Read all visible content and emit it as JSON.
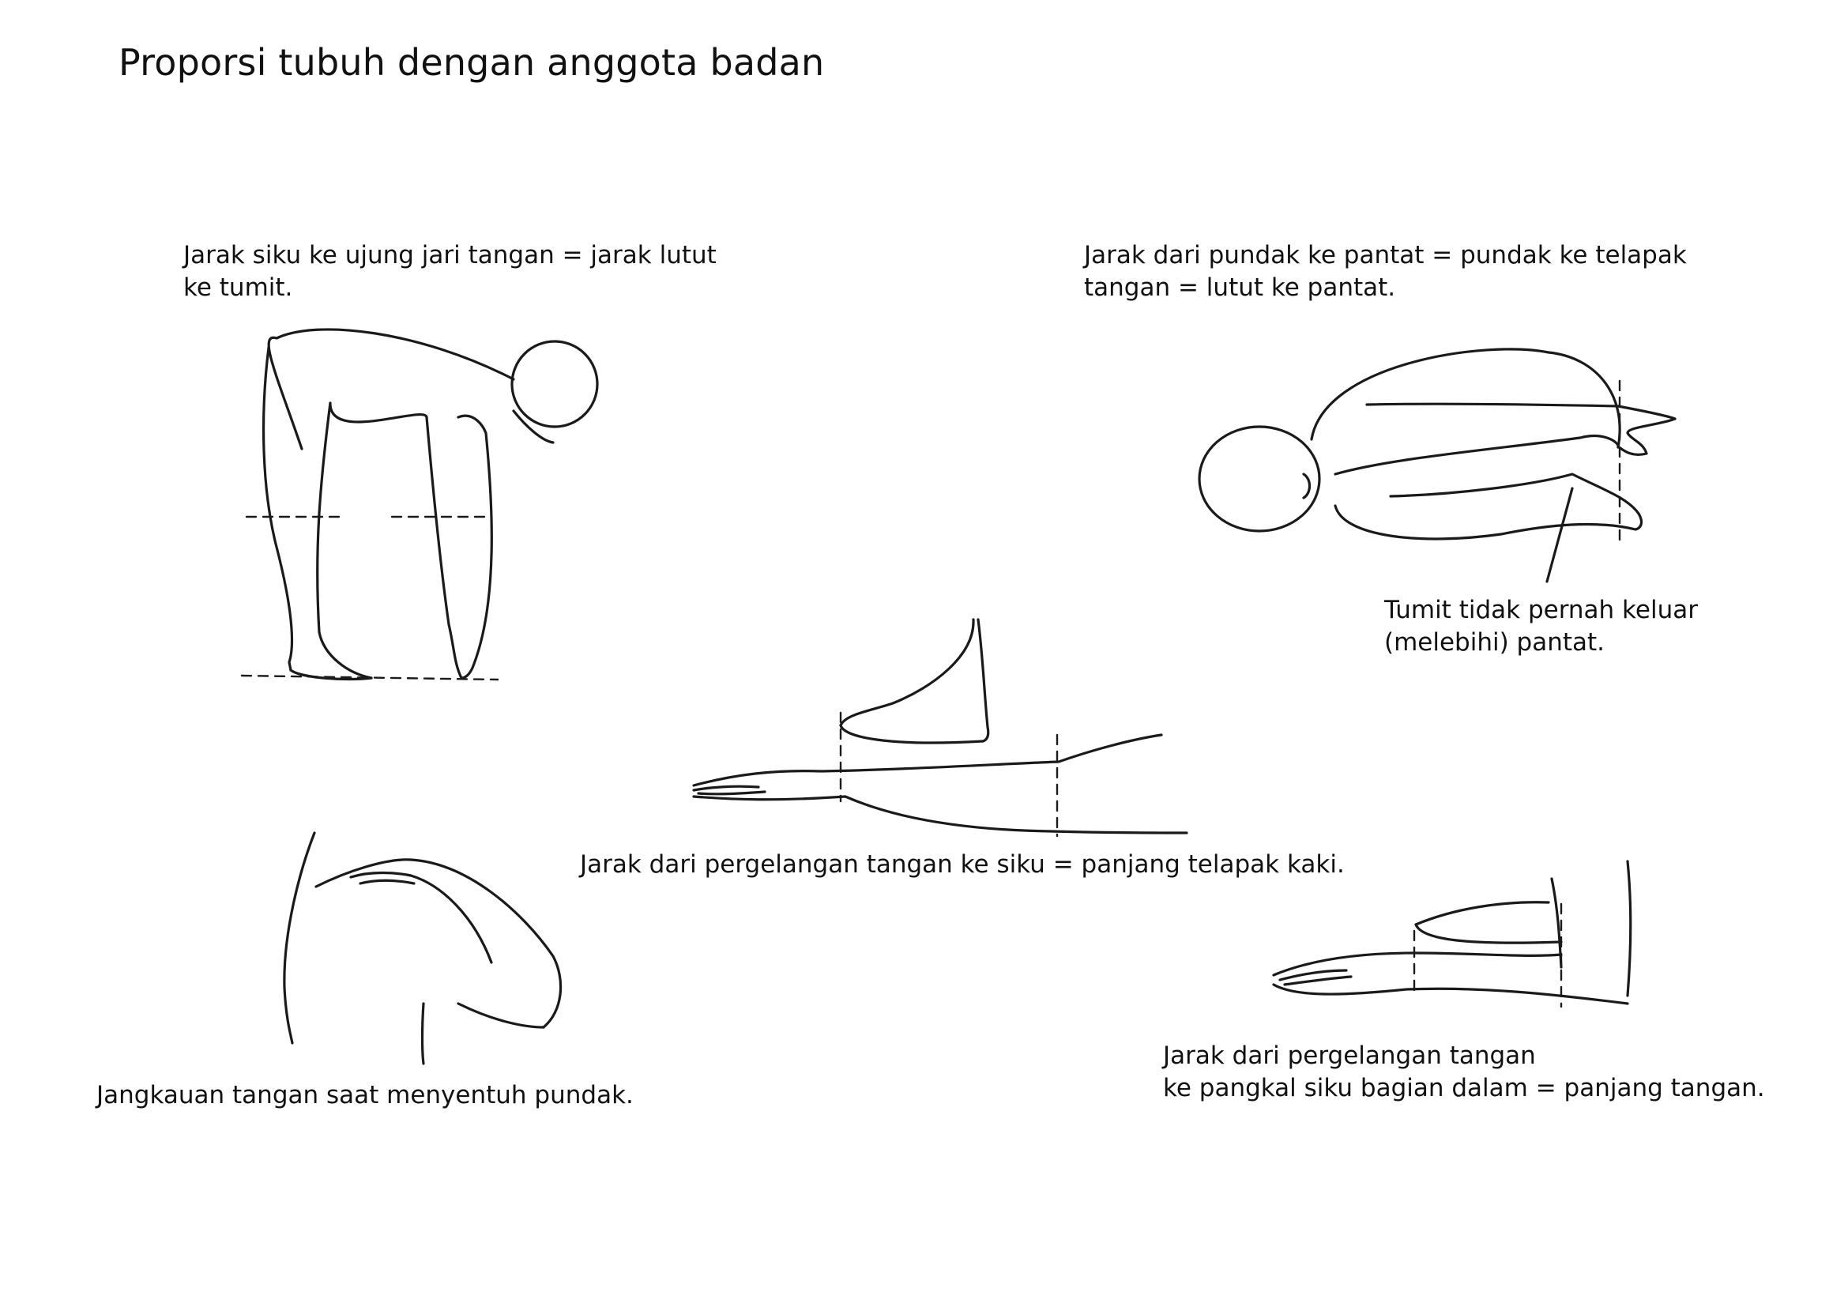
{
  "page_title": "Proporsi tubuh dengan anggota badan",
  "captions": {
    "bending_figure": [
      "Jarak siku ke ujung jari tangan = jarak lutut",
      "ke tumit."
    ],
    "crouching_figure": [
      "Jarak dari pundak ke pantat = pundak ke telapak",
      "tangan = lutut ke pantat."
    ],
    "heel_note": [
      "Tumit tidak pernah keluar",
      "(melebihi) pantat."
    ],
    "forearm_foot": [
      "Jarak dari pergelangan tangan ke siku = panjang telapak kaki."
    ],
    "shoulder_reach": [
      "Jangkauan tangan saat menyentuh pundak."
    ],
    "wrist_elbow": [
      "Jarak dari pergelangan tangan",
      "ke pangkal siku bagian dalam = panjang tangan."
    ]
  },
  "colors": {
    "ink": "#1a1a1a",
    "background": "#ffffff"
  }
}
